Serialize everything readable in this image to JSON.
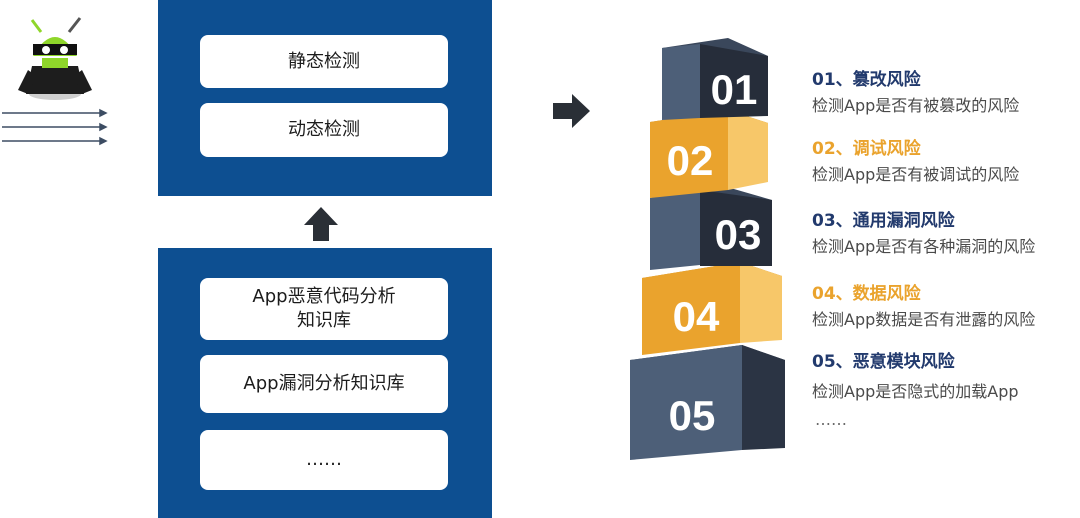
{
  "colors": {
    "panel_blue": "#0d4f91",
    "dark_slate": "#4d5f78",
    "orange": "#eaa32d",
    "navy_text": "#223a6d"
  },
  "detect_panel": {
    "items": [
      "静态检测",
      "动态检测"
    ]
  },
  "knowledge_panel": {
    "items": [
      "App恶意代码分析\n知识库",
      "App漏洞分析知识库",
      "……"
    ]
  },
  "blocks": [
    "01",
    "02",
    "03",
    "04",
    "05"
  ],
  "risks": [
    {
      "title": "01、篡改风险",
      "desc": "检测App是否有被篡改的风险",
      "color": "#223a6d"
    },
    {
      "title": "02、调试风险",
      "desc": "检测App是否有被调试的风险",
      "color": "#eaa32d"
    },
    {
      "title": "03、通用漏洞风险",
      "desc": "检测App是否有各种漏洞的风险",
      "color": "#223a6d"
    },
    {
      "title": "04、数据风险",
      "desc": "检测App数据是否有泄露的风险",
      "color": "#eaa32d"
    },
    {
      "title": "05、恶意模块风险",
      "desc": "检测App是否隐式的加载App",
      "color": "#223a6d"
    }
  ],
  "ellipsis": "……",
  "icons": {
    "mascot": "android-ninja-icon",
    "up_arrow": "arrow-up-icon",
    "right_arrow": "arrow-right-icon",
    "speed_lines": "speed-lines-icon"
  }
}
